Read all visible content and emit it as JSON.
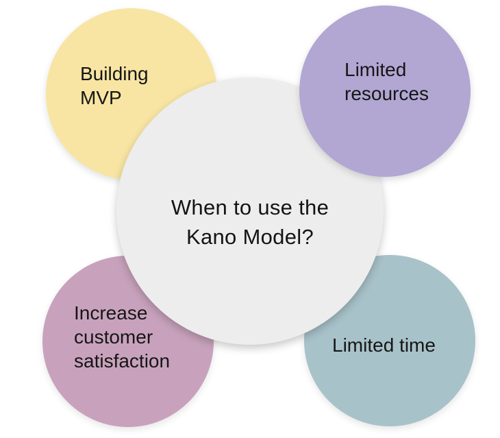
{
  "diagram": {
    "type": "bubble-overlap-diagram",
    "background_color": "#ffffff",
    "text_color": "#161616"
  },
  "center": {
    "label": "When to use the\nKano Model?",
    "color": "#EDEDED"
  },
  "bubbles": [
    {
      "id": "building-mvp",
      "label": "Building\nMVP",
      "color": "#F8E5A3",
      "position": "top-left"
    },
    {
      "id": "limited-resources",
      "label": "Limited\nresources",
      "color": "#B1A7D2",
      "position": "top-right"
    },
    {
      "id": "increase-customer-satisfaction",
      "label": "Increase\ncustomer\nsatisfaction",
      "color": "#C8A2BC",
      "position": "bottom-left"
    },
    {
      "id": "limited-time",
      "label": "Limited time",
      "color": "#A8C2C9",
      "position": "bottom-right"
    }
  ]
}
